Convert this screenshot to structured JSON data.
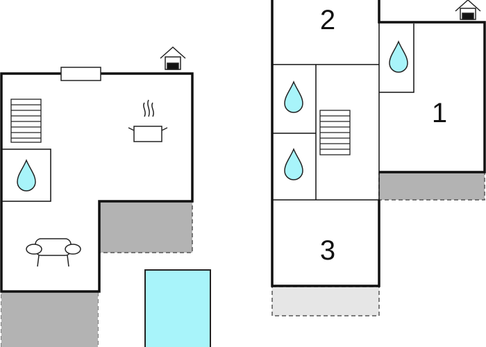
{
  "plan": {
    "room_labels": [
      "1",
      "2",
      "3"
    ],
    "colors": {
      "wall": "#111111",
      "terrace": "#b3b3b3",
      "terrace_outline": "#555555",
      "pool": "#a8f4fa",
      "water": "#a8f4fa",
      "icon_stroke": "#222222"
    },
    "icons": [
      "house-entrance-icon",
      "stairs-icon",
      "cooking-pot-icon",
      "water-drop-icon",
      "sofa-icon",
      "window-icon"
    ]
  }
}
